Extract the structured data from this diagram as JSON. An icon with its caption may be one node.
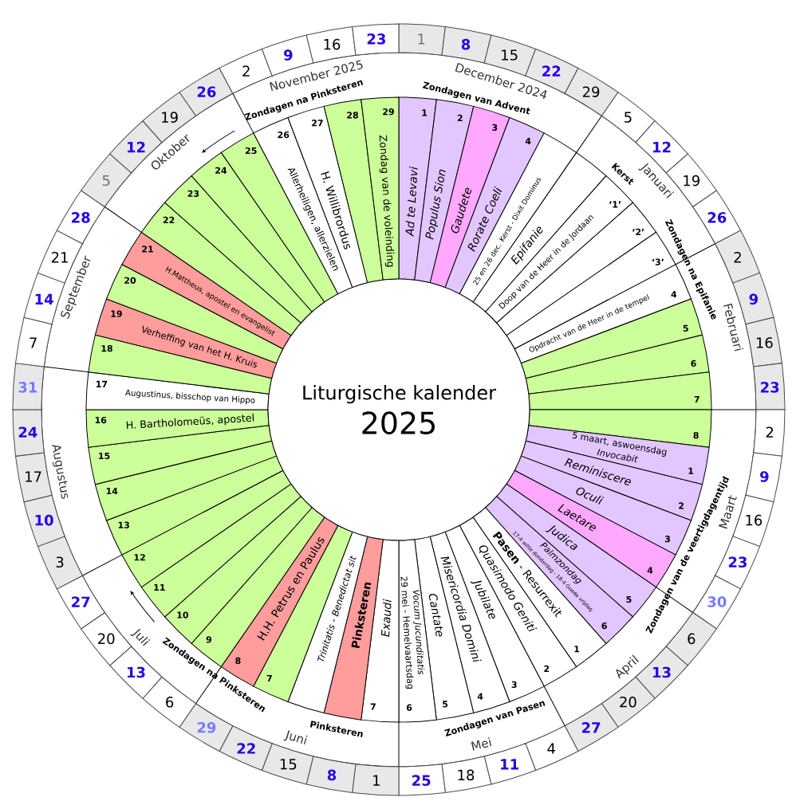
{
  "diagram": {
    "nodes": [
      {
        "text": [
          "Liturgische kalender",
          "2025"
        ]
      },
      {
        "text": [
          "1",
          "Ad te Levavi"
        ]
      },
      {
        "text": [
          "2",
          "Populus Sion"
        ]
      },
      {
        "text": [
          "3",
          "Gaudete"
        ]
      },
      {
        "text": [
          "4",
          "Rorate Coeli"
        ]
      },
      {
        "text": [
          "25 en 26 dec. Kerst - Dixit Dominus"
        ]
      },
      {
        "text": [
          "Epifanie"
        ]
      },
      {
        "text": [
          "‘1’",
          "Doop van de Heer in de Jordaan"
        ]
      },
      {
        "text": [
          "‘2’"
        ]
      },
      {
        "text": [
          "‘3’"
        ]
      },
      {
        "text": [
          "4",
          "Opdracht van de Heer in de tempel"
        ]
      },
      {
        "text": [
          "5"
        ]
      },
      {
        "text": [
          "6"
        ]
      },
      {
        "text": [
          "7"
        ]
      },
      {
        "text": [
          "8"
        ]
      },
      {
        "text": [
          "1",
          "5 maart, aswoensdag",
          "Invocabit"
        ]
      },
      {
        "text": [
          "2",
          "Reminiscere"
        ]
      },
      {
        "text": [
          "3",
          "Oculi"
        ]
      },
      {
        "text": [
          "4",
          "Laetare"
        ]
      },
      {
        "text": [
          "5",
          "Judica"
        ]
      },
      {
        "text": [
          "6",
          "Palmzondag",
          "17-4 witte donderdag - 18-4 Goede vrijdag"
        ]
      },
      {
        "text": [
          "1",
          "**Pasen** - Resurrexit"
        ]
      },
      {
        "text": [
          "2",
          "Quasimodo Geniti"
        ]
      },
      {
        "text": [
          "3",
          "Jubilate"
        ]
      },
      {
        "text": [
          "4",
          "Misericordia Domini"
        ]
      },
      {
        "text": [
          "5",
          "Cantate"
        ]
      },
      {
        "text": [
          "6",
          "Vocum Jucunditatis",
          "29 mei - Hemelvaartsdag"
        ]
      },
      {
        "text": [
          "7",
          "Exaudi"
        ]
      },
      {
        "text": [
          "Pinksteren"
        ]
      },
      {
        "text": [
          "Trinitatis - Benedictat sit"
        ]
      },
      {
        "text": [
          "7"
        ]
      },
      {
        "text": [
          "8",
          "H.H. Petrus en Paulus"
        ]
      },
      {
        "text": [
          "9"
        ]
      },
      {
        "text": [
          "10"
        ]
      },
      {
        "text": [
          "11"
        ]
      },
      {
        "text": [
          "12"
        ]
      },
      {
        "text": [
          "13"
        ]
      },
      {
        "text": [
          "14"
        ]
      },
      {
        "text": [
          "15"
        ]
      },
      {
        "text": [
          "16",
          "H. Bartholomeüs, apostel"
        ]
      },
      {
        "text": [
          "17",
          "Augustinus, bisschop van Hippo"
        ]
      },
      {
        "text": [
          "18"
        ]
      },
      {
        "text": [
          "19",
          "Verheffing van het H. Kruis"
        ]
      },
      {
        "text": [
          "20"
        ]
      },
      {
        "text": [
          "21",
          "H.Mattheus, apostel en evangelist"
        ]
      },
      {
        "text": [
          "22"
        ]
      },
      {
        "text": [
          "23"
        ]
      },
      {
        "text": [
          "24"
        ]
      },
      {
        "text": [
          "25"
        ]
      },
      {
        "text": [
          "26",
          "Allerheiligen, allerzielen"
        ]
      },
      {
        "text": [
          "27",
          "H. Willibrordus"
        ]
      },
      {
        "text": [
          "28"
        ]
      },
      {
        "text": [
          "29",
          "Zondag van de voleinding"
        ]
      }
    ],
    "labels": [
      "1",
      "8",
      "15",
      "22",
      "29",
      "5",
      "12",
      "19",
      "26",
      "2",
      "9",
      "16",
      "23",
      "2",
      "9",
      "16",
      "23",
      "30",
      "6",
      "13",
      "20",
      "27",
      "4",
      "11",
      "18",
      "25",
      "1",
      "8",
      "15",
      "22",
      "29",
      "6",
      "13",
      "20",
      "27",
      "3",
      "10",
      "17",
      "24",
      "31",
      "7",
      "14",
      "21",
      "28",
      "5",
      "12",
      "19",
      "26",
      "2",
      "9",
      "16",
      "23",
      "December 2024",
      "Januari",
      "Februari",
      "Maart",
      "April",
      "Mei",
      "Juni",
      "Juli",
      "Augustus",
      "September",
      "Oktober",
      "November 2025",
      "Zondagen van Advent",
      "Kerst",
      "Zondagen na Epifanie",
      "Zondagen van de veertigdagentijd",
      "Zondagen van Pasen",
      "Pinksteren",
      "Zondagen na Pinksteren",
      "Zondagen na Pinksteren"
    ]
  }
}
